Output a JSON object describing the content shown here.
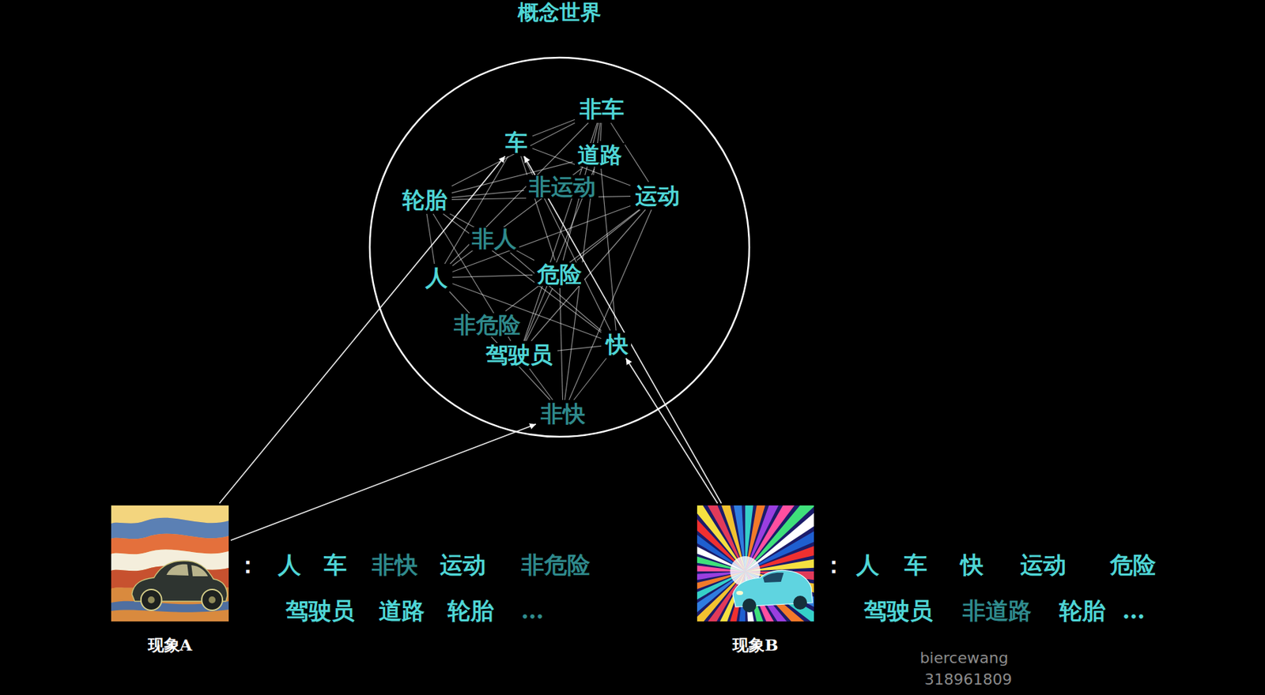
{
  "diagram": {
    "nodes": [
      {
        "text": [
          "概念世界"
        ]
      },
      {
        "text": [
          "非车"
        ],
        "in": 0
      },
      {
        "text": [
          "车"
        ],
        "in": 0
      },
      {
        "text": [
          "道路"
        ],
        "in": 0
      },
      {
        "text": [
          "非运动"
        ],
        "in": 0
      },
      {
        "text": [
          "轮胎"
        ],
        "in": 0
      },
      {
        "text": [
          "运动"
        ],
        "in": 0
      },
      {
        "text": [
          "非人"
        ],
        "in": 0
      },
      {
        "text": [
          "人"
        ],
        "in": 0
      },
      {
        "text": [
          "危险"
        ],
        "in": 0
      },
      {
        "text": [
          "非危险"
        ],
        "in": 0
      },
      {
        "text": [
          "驾驶员"
        ],
        "in": 0
      },
      {
        "text": [
          "快"
        ],
        "in": 0
      },
      {
        "text": [
          "非快"
        ],
        "in": 0
      },
      {
        "text": [
          "现象A"
        ]
      },
      {
        "text": [
          "现象B"
        ]
      }
    ],
    "edges": [
      {
        "from": 14,
        "to": 2,
        "arrow": "to"
      },
      {
        "from": 14,
        "to": 13,
        "arrow": "to"
      },
      {
        "from": 15,
        "to": 2,
        "arrow": "to"
      },
      {
        "from": 15,
        "to": 12,
        "arrow": "to"
      },
      {
        "from": 1,
        "to": 2,
        "arrow": "none"
      },
      {
        "from": 1,
        "to": 3,
        "arrow": "none"
      },
      {
        "from": 1,
        "to": 5,
        "arrow": "none"
      },
      {
        "from": 1,
        "to": 6,
        "arrow": "none"
      },
      {
        "from": 1,
        "to": 8,
        "arrow": "none"
      },
      {
        "from": 1,
        "to": 9,
        "arrow": "none"
      },
      {
        "from": 1,
        "to": 11,
        "arrow": "none"
      },
      {
        "from": 1,
        "to": 13,
        "arrow": "none"
      },
      {
        "from": 2,
        "to": 6,
        "arrow": "none"
      },
      {
        "from": 2,
        "to": 8,
        "arrow": "none"
      },
      {
        "from": 2,
        "to": 9,
        "arrow": "none"
      },
      {
        "from": 2,
        "to": 12,
        "arrow": "none"
      },
      {
        "from": 3,
        "to": 5,
        "arrow": "none"
      },
      {
        "from": 3,
        "to": 8,
        "arrow": "none"
      },
      {
        "from": 3,
        "to": 11,
        "arrow": "none"
      },
      {
        "from": 3,
        "to": 12,
        "arrow": "none"
      },
      {
        "from": 4,
        "to": 5,
        "arrow": "none"
      },
      {
        "from": 5,
        "to": 6,
        "arrow": "none"
      },
      {
        "from": 5,
        "to": 8,
        "arrow": "none"
      },
      {
        "from": 5,
        "to": 9,
        "arrow": "none"
      },
      {
        "from": 5,
        "to": 11,
        "arrow": "none"
      },
      {
        "from": 5,
        "to": 12,
        "arrow": "none"
      },
      {
        "from": 6,
        "to": 8,
        "arrow": "none"
      },
      {
        "from": 6,
        "to": 9,
        "arrow": "none"
      },
      {
        "from": 6,
        "to": 11,
        "arrow": "none"
      },
      {
        "from": 6,
        "to": 13,
        "arrow": "none"
      },
      {
        "from": 7,
        "to": 12,
        "arrow": "none"
      },
      {
        "from": 8,
        "to": 9,
        "arrow": "none"
      },
      {
        "from": 8,
        "to": 12,
        "arrow": "none"
      },
      {
        "from": 8,
        "to": 13,
        "arrow": "none"
      },
      {
        "from": 9,
        "to": 11,
        "arrow": "none"
      },
      {
        "from": 9,
        "to": 13,
        "arrow": "none"
      },
      {
        "from": 10,
        "to": 6,
        "arrow": "none"
      },
      {
        "from": 11,
        "to": 12,
        "arrow": "none"
      },
      {
        "from": 11,
        "to": 13,
        "arrow": "none"
      },
      {
        "from": 12,
        "to": 13,
        "arrow": "none"
      }
    ],
    "labels": [
      "：",
      "人",
      "车",
      "非快",
      "运动",
      "非危险",
      "驾驶员",
      "道路",
      "轮胎",
      "…",
      "：",
      "人",
      "车",
      "快",
      "运动",
      "危险",
      "驾驶员",
      "非道路",
      "轮胎",
      "…",
      "biercewang",
      "318961809"
    ]
  }
}
